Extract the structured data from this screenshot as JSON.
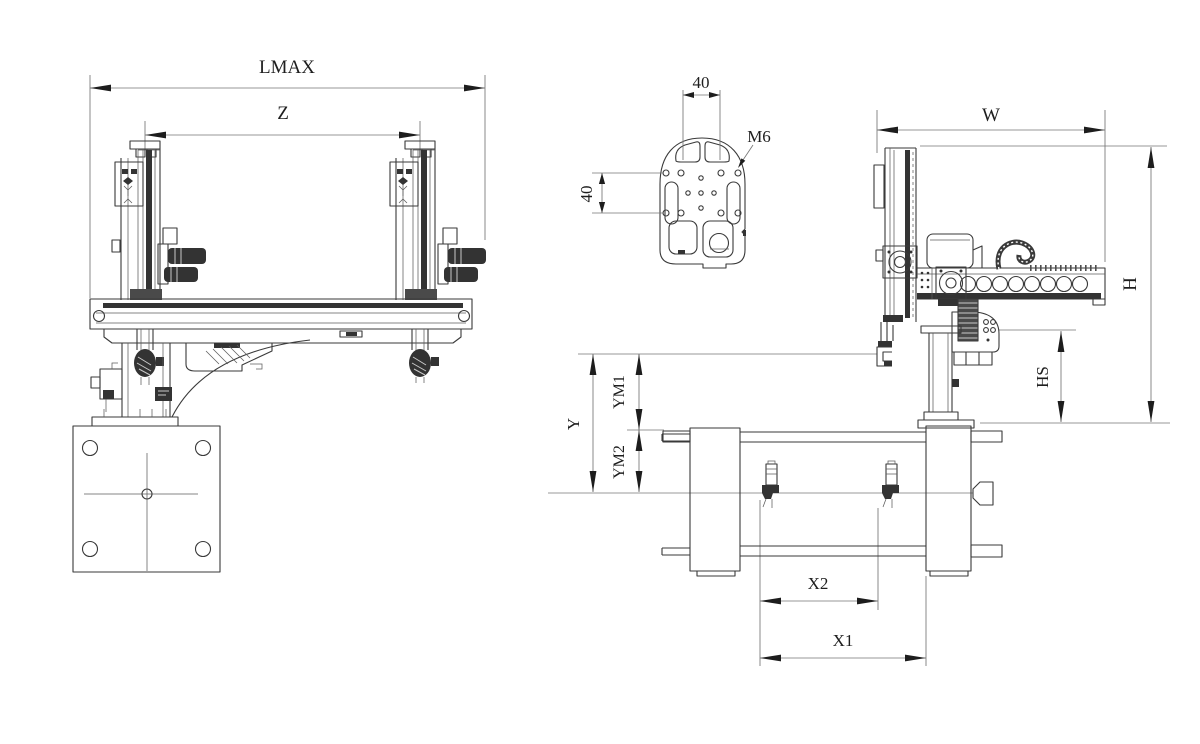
{
  "drawing": {
    "background": "#ffffff",
    "outline_color": "#3a3a3a",
    "dimension_color": "#767676",
    "label_color": "#1e1e1e",
    "labels": {
      "lmax": "LMAX",
      "z": "Z",
      "plate_pitch_x": "40",
      "plate_pitch_y": "40",
      "thread": "M6",
      "w": "W",
      "h": "H",
      "hs": "HS",
      "y": "Y",
      "ym1": "YM1",
      "ym2": "YM2",
      "x2": "X2",
      "x1": "X1"
    }
  }
}
